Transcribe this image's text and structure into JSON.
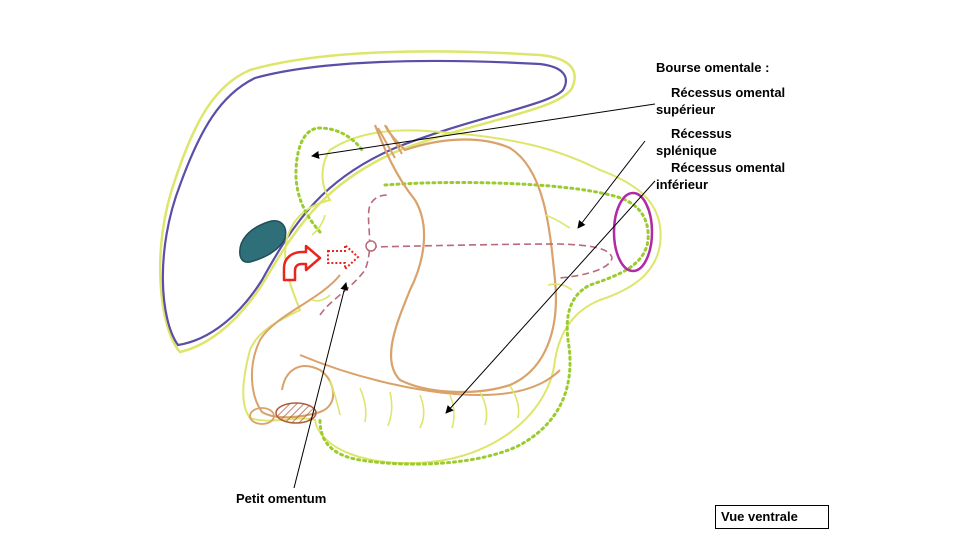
{
  "labels": {
    "bourse_title": "Bourse omentale :",
    "recessus_sup_line1": "Récessus omental",
    "recessus_sup_line2": "supérieur",
    "recessus_splen_line1": "Récessus",
    "recessus_splen_line2": "splénique",
    "recessus_inf_line1": "Récessus omental",
    "recessus_inf_line2": "inférieur",
    "petit_omentum": "Petit omentum",
    "vue": "Vue ventrale"
  },
  "colors": {
    "liver_outline": "#5a4ea8",
    "peritoneum": "#dde66a",
    "recess_dotted": "#9bcb2e",
    "stomach": "#d9a26a",
    "spleen": "#b02aa6",
    "gallbladder": "#2e6f7a",
    "inner_dashed": "#b86a7a",
    "arrow_red": "#e8261d"
  }
}
